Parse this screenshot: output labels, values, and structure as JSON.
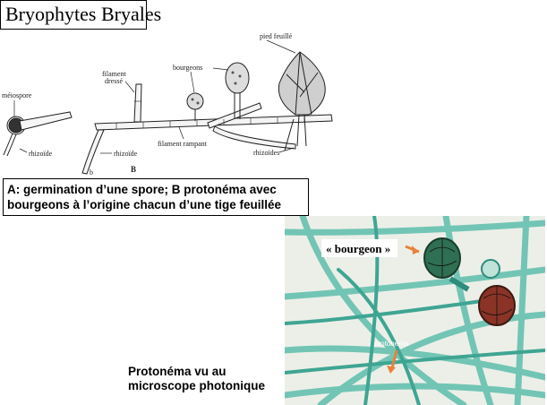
{
  "title": "Bryophytes Bryales",
  "drawing_labels": {
    "meiospore": "méiospore",
    "rhizoide_a": "rhizoïde",
    "filament_dresse_1": "filament",
    "filament_dresse_2": "dressé",
    "rhizoide_b": "rhizoïde",
    "letter_b": "b",
    "letter_B": "B",
    "filament_rampant": "filament rampant",
    "bourgeons": "bourgeons",
    "pied_feuille": "pied feuillé",
    "rhizoides": "rhizoïdes"
  },
  "caption_a": {
    "line1": "A: germination d’une spore; B protonéma avec",
    "line2": "bourgeons à l’origine chacun d’une tige feuillée"
  },
  "micro": {
    "bourgeon_label": "« bourgeon »",
    "protonema_label": "protonema"
  },
  "micro_caption": {
    "line1": "Protonéma vu au",
    "line2": "microscope photonique"
  }
}
